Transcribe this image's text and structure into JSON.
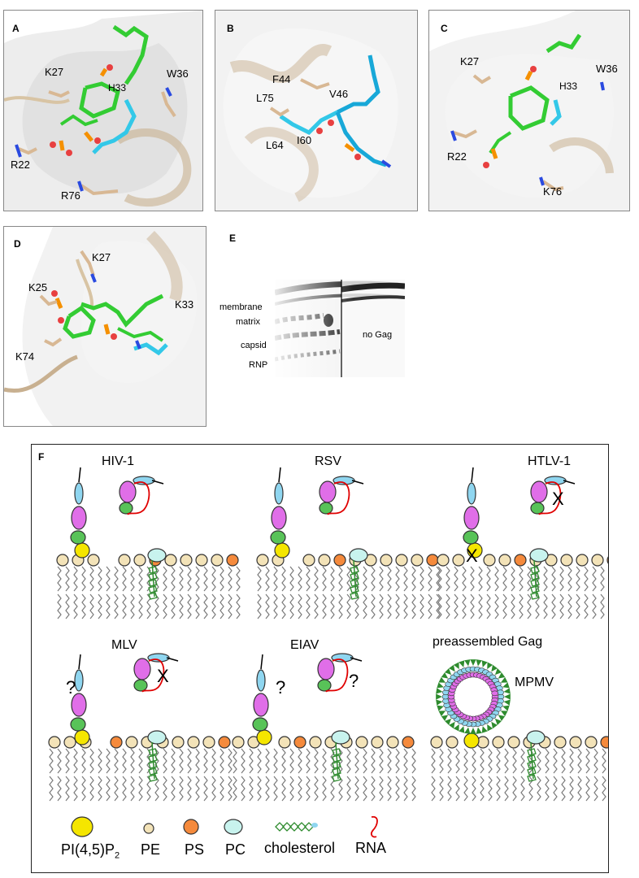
{
  "panel_a": {
    "label": "A",
    "residues": [
      "K27",
      "H33",
      "W36",
      "R22",
      "R76"
    ]
  },
  "panel_b": {
    "label": "B",
    "residues": [
      "F44",
      "V46",
      "L75",
      "L64",
      "I60"
    ]
  },
  "panel_c": {
    "label": "C",
    "residues": [
      "K27",
      "W36",
      "H33",
      "R22",
      "K76"
    ]
  },
  "panel_d": {
    "label": "D",
    "residues": [
      "K27",
      "K25",
      "K33",
      "K74"
    ]
  },
  "panel_e": {
    "label": "E",
    "layers": [
      "membrane",
      "matrix",
      "capsid",
      "RNP"
    ],
    "right_label": "no Gag"
  },
  "panel_f": {
    "label": "F",
    "viruses": [
      "HIV-1",
      "RSV",
      "HTLV-1",
      "MLV",
      "EIAV",
      "MPMV"
    ],
    "preassembled": "preassembled Gag",
    "marks": {
      "x": "X",
      "q": "?"
    },
    "legend": {
      "pip2": "PI(4,5)P",
      "pip2_sub": "2",
      "pe": "PE",
      "ps": "PS",
      "pc": "PC",
      "chol": "cholesterol",
      "rna": "RNA"
    }
  },
  "colors": {
    "pip2": "#f5e600",
    "pe": "#f3e3b8",
    "ps": "#f58a3c",
    "pc": "#c8f3ee",
    "ma": "#e06ee8",
    "ca": "#8fd6f0",
    "nc": "#58c358",
    "rna": "#e00000",
    "lipid_tail": "#7a7a7a"
  }
}
